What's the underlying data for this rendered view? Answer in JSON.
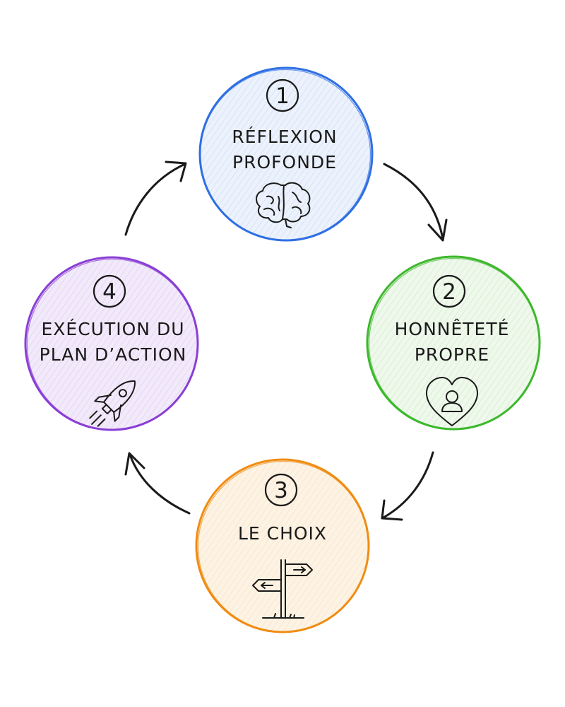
{
  "steps": [
    {
      "number": "1",
      "line1": "RÉFLEXION",
      "line2": "PROFONDE",
      "icon": "brain-icon",
      "color": "#2f6fe4",
      "fill": "#e6edfb"
    },
    {
      "number": "2",
      "line1": "HONNÊTETÉ",
      "line2": "PROPRE",
      "icon": "heart-person-icon",
      "color": "#3db82c",
      "fill": "#e8f5e3"
    },
    {
      "number": "3",
      "line1": "LE CHOIX",
      "line2": "",
      "icon": "signpost-icon",
      "color": "#f08c12",
      "fill": "#fdf1e0"
    },
    {
      "number": "4",
      "line1": "EXÉCUTION DU",
      "line2": "PLAN D’ACTION",
      "icon": "rocket-icon",
      "color": "#8a3fd6",
      "fill": "#efe6f8"
    }
  ],
  "cycle_direction": "clockwise"
}
